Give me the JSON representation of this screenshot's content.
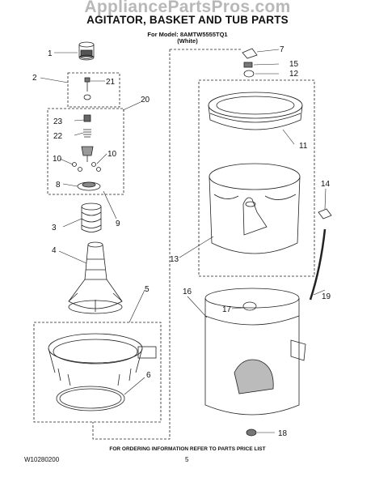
{
  "watermark": "AppliancePartsPros.com",
  "title": "AGITATOR, BASKET AND TUB PARTS",
  "model_line": "For Model: 8AMTW5555TQ1",
  "model_color": "(White)",
  "footer_note": "FOR ORDERING INFORMATION REFER TO PARTS PRICE LIST",
  "doc_id": "W10280200",
  "page_number": "5",
  "callouts": {
    "c1": "1",
    "c2": "2",
    "c3": "3",
    "c4": "4",
    "c5": "5",
    "c6": "6",
    "c7": "7",
    "c8": "8",
    "c9": "9",
    "c10a": "10",
    "c10b": "10",
    "c11": "11",
    "c12": "12",
    "c13": "13",
    "c14": "14",
    "c15": "15",
    "c16": "16",
    "c17": "17",
    "c18": "18",
    "c19": "19",
    "c20": "20",
    "c21": "21",
    "c22": "22",
    "c23": "23"
  }
}
